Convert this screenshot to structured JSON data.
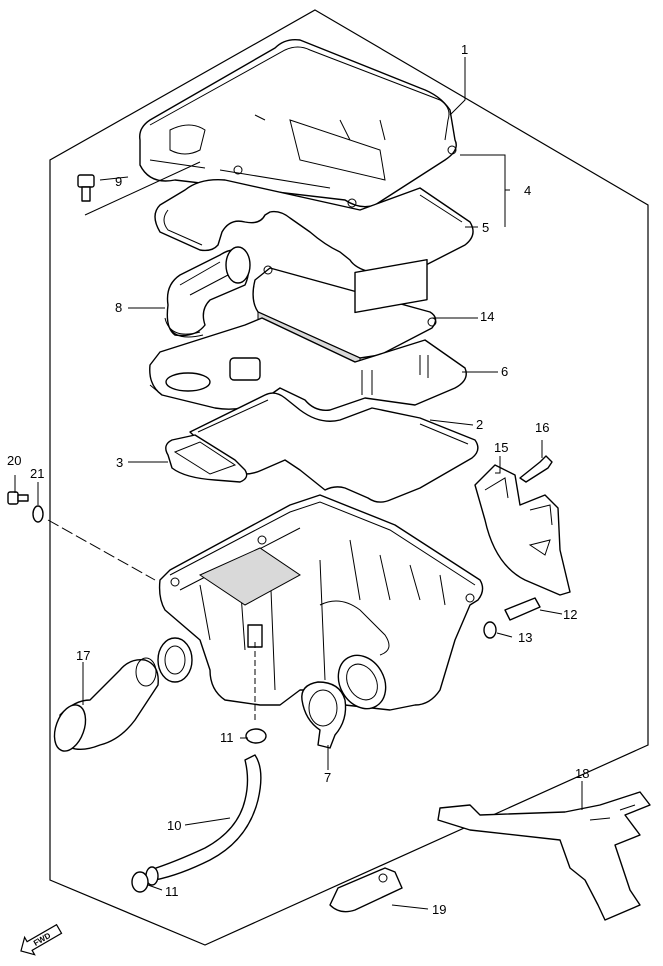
{
  "callouts": {
    "n1": "1",
    "n2": "2",
    "n3": "3",
    "n4": "4",
    "n5": "5",
    "n6": "6",
    "n7": "7",
    "n8": "8",
    "n9": "9",
    "n10": "10",
    "n11a": "11",
    "n11b": "11",
    "n12": "12",
    "n13": "13",
    "n14": "14",
    "n15": "15",
    "n16": "16",
    "n17": "17",
    "n18": "18",
    "n19": "19",
    "n20": "20",
    "n21": "21"
  },
  "direction_marker": {
    "text": "FWD",
    "icon": "forward-arrow-icon"
  }
}
